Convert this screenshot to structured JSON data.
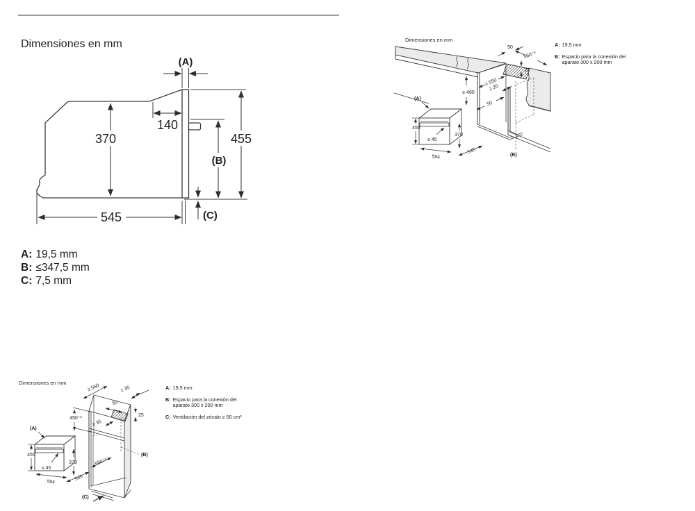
{
  "d1": {
    "title": "Dimensiones en mm",
    "labels": {
      "A": "(A)",
      "B": "(B)",
      "C": "(C)",
      "n140": "140",
      "n370": "370",
      "n455": "455",
      "n545": "545"
    },
    "legend": [
      {
        "k": "A:",
        "v": "19,5 mm"
      },
      {
        "k": "B:",
        "v": "≤347,5 mm"
      },
      {
        "k": "C:",
        "v": "7,5 mm"
      }
    ]
  },
  "d2": {
    "title": "Dimensiones en mm",
    "labels": {
      "n50top": "50",
      "n560": "560⁺⁸",
      "n25": "25",
      "n550": "≥ 550",
      "n460": "≥ 460",
      "n20": "≥ 20",
      "n50mid": "50",
      "A": "(A)",
      "B": "(B)",
      "n455": "455",
      "n370": "370",
      "n45": "≤ 45",
      "n594": "594",
      "n545": "545"
    },
    "legend": [
      {
        "k": "A:",
        "v": "19,5 mm"
      },
      {
        "k": "B:",
        "v": "Espacio para la conexión del aparato 300 x 200 mm"
      }
    ]
  },
  "d3": {
    "title": "Dimensiones en mm",
    "labels": {
      "n550": "≥ 550",
      "n35top": "≥ 35",
      "n50": "50",
      "n450": "450⁺²",
      "n35mid": "≥ 35",
      "n25": "25",
      "n560": "560⁺⁸",
      "A": "(A)",
      "B": "(B)",
      "C": "(C)",
      "n455": "455",
      "n370": "370",
      "n45": "≤ 45",
      "n594": "594",
      "n545": "545"
    },
    "legend": [
      {
        "k": "A:",
        "v": "19,5 mm"
      },
      {
        "k": "B:",
        "v": "Espacio para la conexión del aparato 300 x 200 mm"
      },
      {
        "k": "C:",
        "v": "Ventilación del zócalo ≥ 50 cm²"
      }
    ]
  }
}
